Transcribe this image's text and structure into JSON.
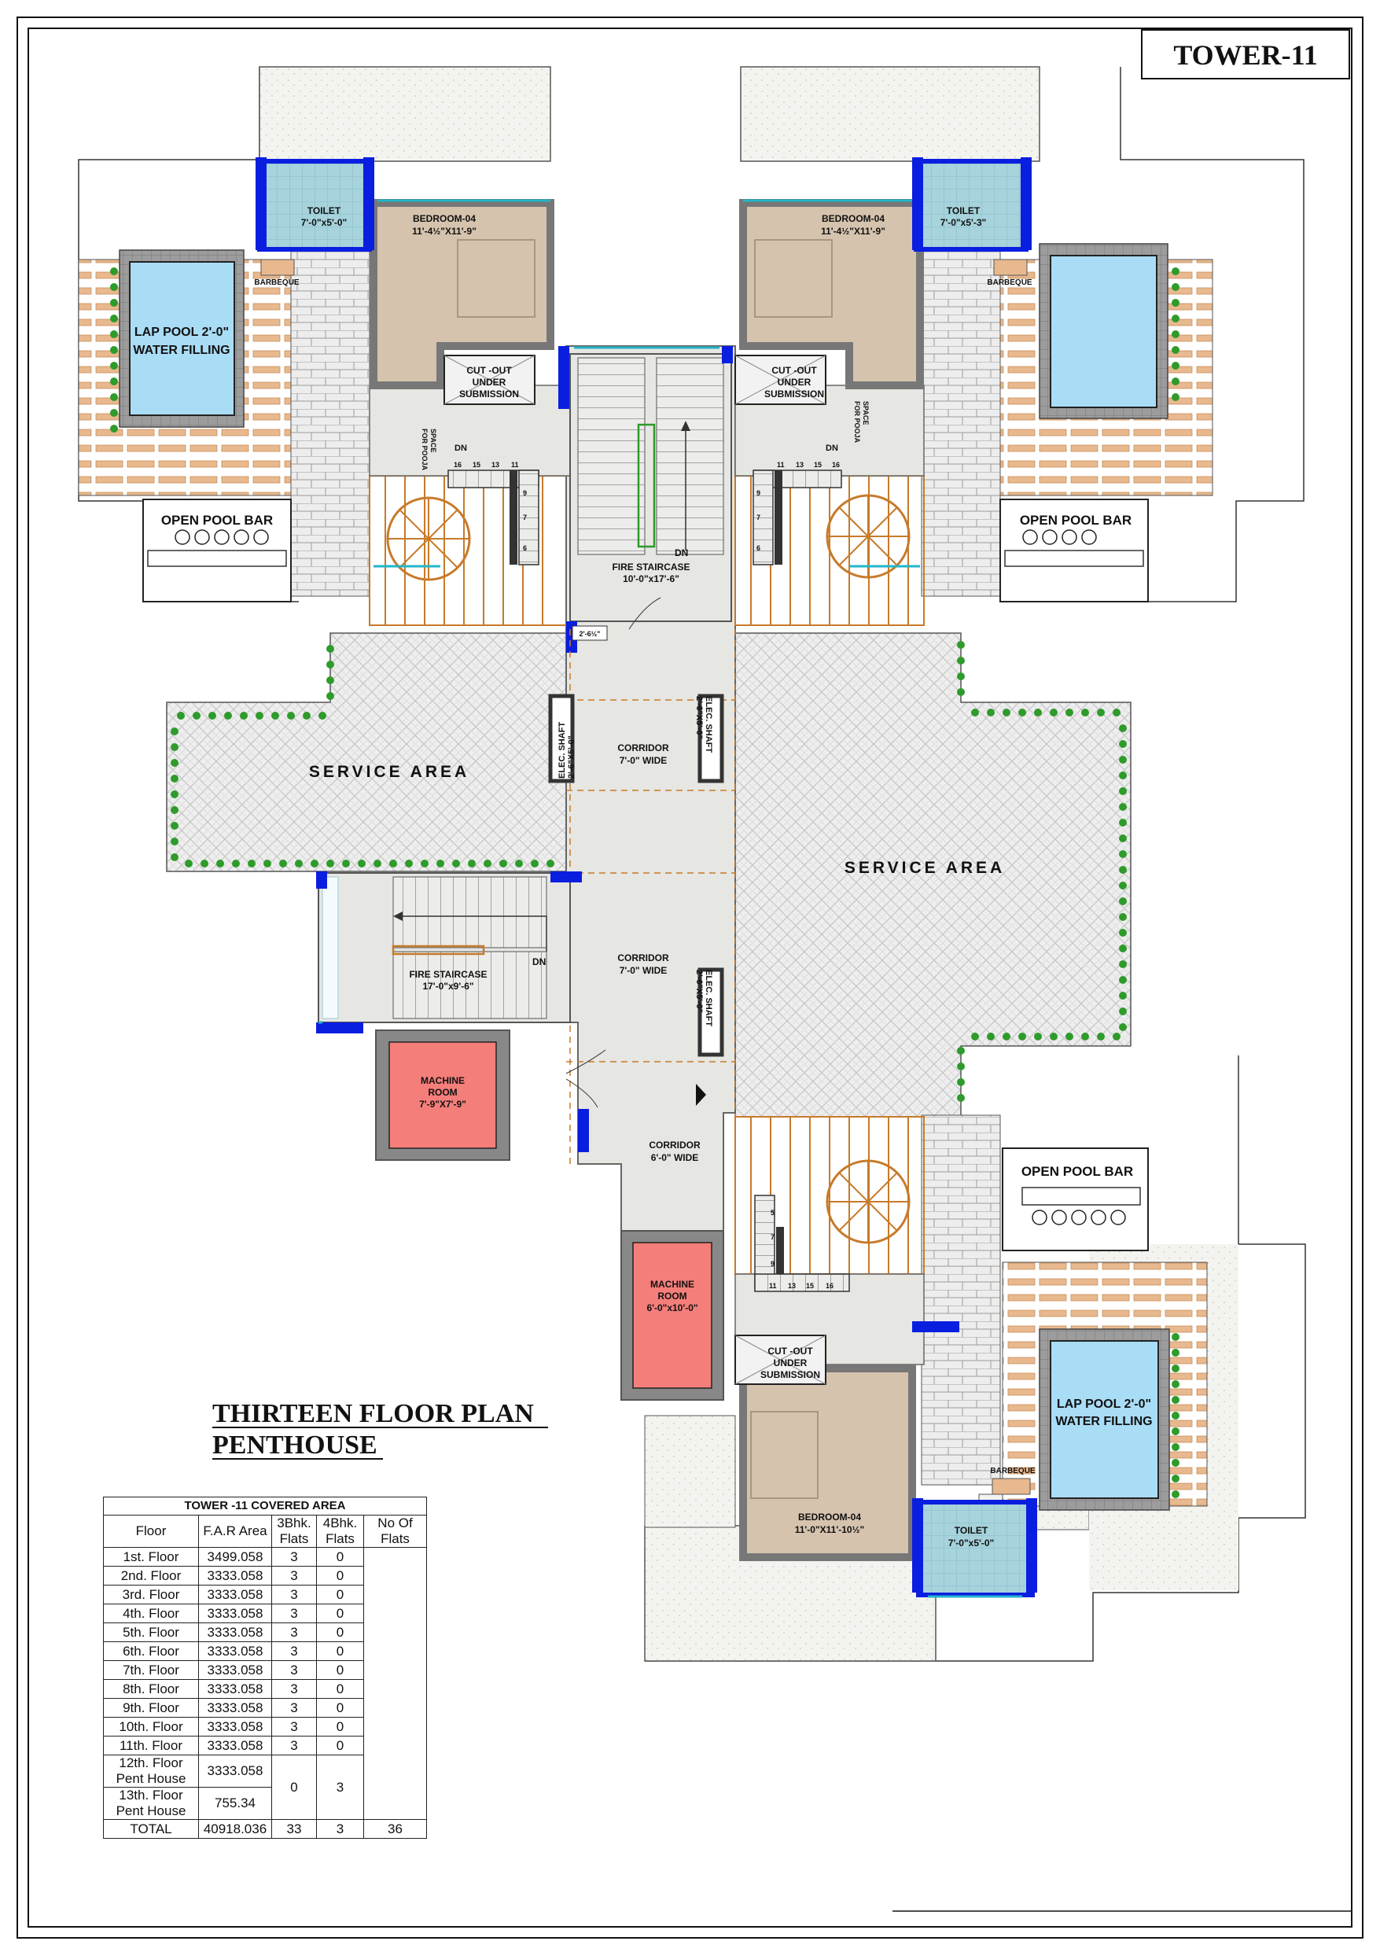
{
  "tower_label": "TOWER-11",
  "plan_title": {
    "line1": "THIRTEEN FLOOR PLAN",
    "line2": "PENTHOUSE"
  },
  "rooms": {
    "bedroom_nw": {
      "name": "BEDROOM-04",
      "size": "11'-4½\"X11'-9\""
    },
    "bedroom_ne": {
      "name": "BEDROOM-04",
      "size": "11'-4½\"X11'-9\""
    },
    "bedroom_s": {
      "name": "BEDROOM-04",
      "size": "11'-0\"X11'-10½\""
    },
    "toilet_nw": {
      "name": "TOILET",
      "size": "7'-0\"x5'-0\""
    },
    "toilet_ne": {
      "name": "TOILET",
      "size": "7'-0\"x5'-3\""
    },
    "toilet_s": {
      "name": "TOILET",
      "size": "7'-0\"x5'-0\""
    },
    "cutout": {
      "line1": "CUT -OUT",
      "line2": "UNDER",
      "line3": "SUBMISSION"
    },
    "pool_nw": {
      "line1": "LAP POOL 2'-0\"",
      "line2": "WATER FILLING"
    },
    "pool_se": {
      "line1": "LAP POOL 2'-0\"",
      "line2": "WATER FILLING"
    },
    "pool_bar": "OPEN POOL BAR",
    "barbeque": "BARBEQUE",
    "space_pooja": {
      "line1": "SPACE",
      "line2": "FOR POOJA"
    },
    "fire_stair_1": {
      "name": "FIRE STAIRCASE",
      "size": "10'-0\"x17'-6\""
    },
    "fire_stair_2": {
      "name": "FIRE STAIRCASE",
      "size": "17'-0\"x9'-6\""
    },
    "dn": "DN",
    "service_area": "SERVICE AREA",
    "corridor_1": {
      "name": "CORRIDOR",
      "size": "7'-0\" WIDE"
    },
    "corridor_2": {
      "name": "CORRIDOR",
      "size": "7'-0\" WIDE"
    },
    "corridor_3": {
      "name": "CORRIDOR",
      "size": "6'-0\" WIDE"
    },
    "elec_shaft_1": {
      "name": "ELEC. SHAFT",
      "size": "2'-6\"X5'-0\""
    },
    "elec_shaft_2": {
      "name": "ELEC. SHAFT",
      "size": "2'-6\"X5'-0\""
    },
    "elec_shaft_3": {
      "name": "ELEC. SHAFT",
      "size": "2'-6\"X5'-0\""
    },
    "machine_room_1": {
      "name": "MACHINE",
      "name2": "ROOM",
      "size": "7'-9\"X7'-9\""
    },
    "machine_room_2": {
      "name": "MACHINE",
      "name2": "ROOM",
      "size": "6'-0\"x10'-0\""
    },
    "door_dim": "2'-6½\""
  },
  "stair_numbers": {
    "nw_top": [
      "16",
      "15",
      "13",
      "11"
    ],
    "nw_side": [
      "9",
      "7",
      "6"
    ],
    "ne_top": [
      "11",
      "13",
      "15",
      "16"
    ],
    "ne_side": [
      "9",
      "7",
      "6"
    ],
    "s_side": [
      "5",
      "7",
      "9"
    ],
    "s_bottom": [
      "11",
      "13",
      "15",
      "16"
    ]
  },
  "area_table": {
    "caption": "TOWER -11 COVERED AREA",
    "headers": [
      "Floor",
      "F.A.R Area",
      "3Bhk. Flats",
      "4Bhk. Flats",
      "No Of Flats"
    ],
    "rows": [
      {
        "floor": "1st. Floor",
        "far": "3499.058",
        "b3": "3",
        "b4": "0"
      },
      {
        "floor": "2nd. Floor",
        "far": "3333.058",
        "b3": "3",
        "b4": "0"
      },
      {
        "floor": "3rd. Floor",
        "far": "3333.058",
        "b3": "3",
        "b4": "0"
      },
      {
        "floor": "4th. Floor",
        "far": "3333.058",
        "b3": "3",
        "b4": "0"
      },
      {
        "floor": "5th. Floor",
        "far": "3333.058",
        "b3": "3",
        "b4": "0"
      },
      {
        "floor": "6th. Floor",
        "far": "3333.058",
        "b3": "3",
        "b4": "0"
      },
      {
        "floor": "7th. Floor",
        "far": "3333.058",
        "b3": "3",
        "b4": "0"
      },
      {
        "floor": "8th. Floor",
        "far": "3333.058",
        "b3": "3",
        "b4": "0"
      },
      {
        "floor": "9th. Floor",
        "far": "3333.058",
        "b3": "3",
        "b4": "0"
      },
      {
        "floor": "10th. Floor",
        "far": "3333.058",
        "b3": "3",
        "b4": "0"
      },
      {
        "floor": "11th. Floor",
        "far": "3333.058",
        "b3": "3",
        "b4": "0"
      }
    ],
    "penthouse_rows": [
      {
        "floor": "12th. Floor Pent House",
        "far": "3333.058"
      },
      {
        "floor": "13th. Floor Pent House",
        "far": "755.34"
      }
    ],
    "penthouse_b3": "0",
    "penthouse_b4": "3",
    "total": {
      "label": "TOTAL",
      "far": "40918.036",
      "b3": "33",
      "b4": "3",
      "flats": "36"
    }
  },
  "colors": {
    "wall": "#777777",
    "wall_blue": "#0a1ee0",
    "bedroom_fill": "#d6c3ae",
    "toilet_fill": "#a6d3dc",
    "pool_fill": "#a9dcf5",
    "machine_fill": "#f47e7a",
    "deck": "#e8b88e",
    "hedge": "#2e9b2a",
    "pergola": "#c77a2a",
    "floor_grey": "#e6e6e2",
    "lawn": "#f2f3ee",
    "brick": "#d9d9d9"
  }
}
